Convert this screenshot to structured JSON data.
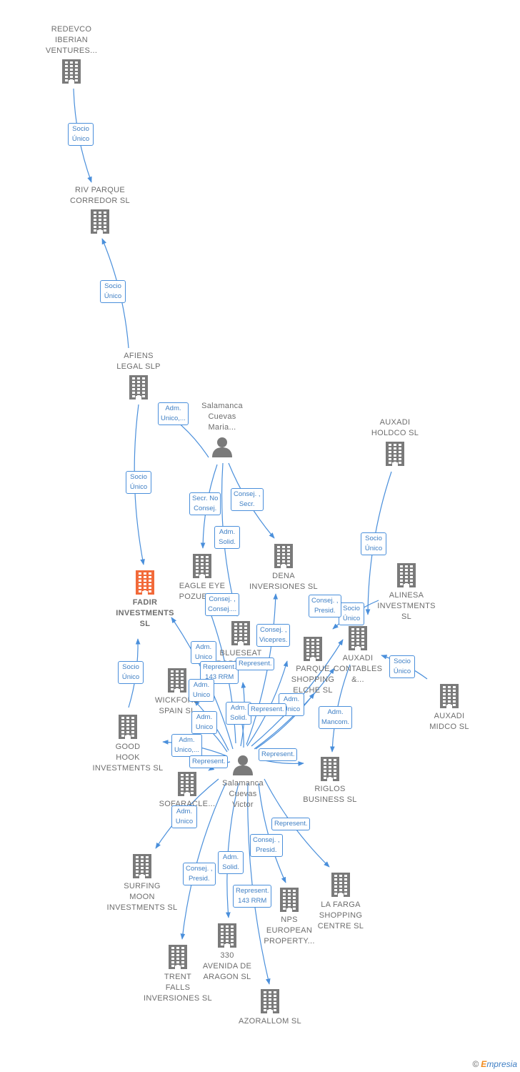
{
  "colors": {
    "building": "#7a7a7a",
    "building_main": "#f26a3a",
    "person": "#7a7a7a",
    "edge": "#4a8fdb",
    "badge_text": "#3f7fc4"
  },
  "nodes": [
    {
      "id": "redevco",
      "type": "building",
      "label": "REDEVCO\nIBERIAN\nVENTURES..."
    },
    {
      "id": "riv",
      "type": "building",
      "label": "RIV PARQUE\nCORREDOR  SL"
    },
    {
      "id": "afiens",
      "type": "building",
      "label": "AFIENS\nLEGAL  SLP"
    },
    {
      "id": "fadir",
      "type": "building",
      "main": true,
      "label": "FADIR\nINVESTMENTS\nSL"
    },
    {
      "id": "maria",
      "type": "person",
      "label": "Salamanca\nCuevas\nMaria..."
    },
    {
      "id": "auxadi_holdco",
      "type": "building",
      "label": "AUXADI\nHOLDCO  SL"
    },
    {
      "id": "eagle",
      "type": "building",
      "label": "EAGLE EYE\nPOZUELO..."
    },
    {
      "id": "dena",
      "type": "building",
      "label": "DENA\nINVERSIONES SL"
    },
    {
      "id": "alinesa",
      "type": "building",
      "label": "ALINESA\nINVESTMENTS\nSL"
    },
    {
      "id": "blueseat",
      "type": "building",
      "label": "BLUESEAT\nPROPERTIES..."
    },
    {
      "id": "parque",
      "type": "building",
      "label": "PARQUE\nSHOPPING\nELCHE SL"
    },
    {
      "id": "auxadi_contables",
      "type": "building",
      "label": "AUXADI\nCONTABLES\n&..."
    },
    {
      "id": "wickford",
      "type": "building",
      "label": "WICKFORD\nSPAIN SL"
    },
    {
      "id": "auxadi_midco",
      "type": "building",
      "label": "AUXADI\nMIDCO  SL"
    },
    {
      "id": "goodhook",
      "type": "building",
      "label": "GOOD\nHOOK\nINVESTMENTS SL"
    },
    {
      "id": "victor",
      "type": "person",
      "label": "Salamanca\nCuevas\nVictor"
    },
    {
      "id": "riglos",
      "type": "building",
      "label": "RIGLOS\nBUSINESS SL"
    },
    {
      "id": "sofaracle",
      "type": "building",
      "label": "SOFARACLE..."
    },
    {
      "id": "surfing",
      "type": "building",
      "label": "SURFING\nMOON\nINVESTMENTS SL"
    },
    {
      "id": "lafarga",
      "type": "building",
      "label": "LA FARGA\nSHOPPING\nCENTRE SL"
    },
    {
      "id": "nps",
      "type": "building",
      "label": "NPS\nEUROPEAN\nPROPERTY..."
    },
    {
      "id": "avenida",
      "type": "building",
      "label": "330\nAVENIDA DE\nARAGON SL"
    },
    {
      "id": "trent",
      "type": "building",
      "label": "TRENT\nFALLS\nINVERSIONES SL"
    },
    {
      "id": "azorallom",
      "type": "building",
      "label": "AZORALLOM SL"
    }
  ],
  "edges": [
    {
      "from": "redevco",
      "to": "riv",
      "label": "Socio\nÚnico"
    },
    {
      "from": "afiens",
      "to": "riv",
      "label": "Socio\nÚnico"
    },
    {
      "from": "afiens",
      "to": "fadir",
      "label": "Socio\nÚnico"
    },
    {
      "from": "maria",
      "to": "afiens",
      "label": "Adm.\nUnico,..."
    },
    {
      "from": "maria",
      "to": "eagle",
      "label": "Secr.  No\nConsej."
    },
    {
      "from": "maria",
      "to": "blueseat",
      "label": "Adm.\nSolid."
    },
    {
      "from": "maria",
      "to": "dena",
      "label": "Consej. ,\nSecr."
    },
    {
      "from": "auxadi_holdco",
      "to": "auxadi_contables",
      "label": "Socio\nÚnico"
    },
    {
      "from": "alinesa",
      "to": "auxadi_contables",
      "label": "Socio\nÚnico"
    },
    {
      "from": "auxadi_midco",
      "to": "auxadi_contables",
      "label": "Socio\nÚnico"
    },
    {
      "from": "goodhook",
      "to": "fadir",
      "label": "Socio\nÚnico"
    },
    {
      "from": "victor",
      "to": "eagle",
      "label": "Consej. ,\nConsej...."
    },
    {
      "from": "victor",
      "to": "dena",
      "label": "Consej. ,\nVicepres."
    },
    {
      "from": "victor",
      "to": "auxadi_contables",
      "label": "Consej. ,\nPresid."
    },
    {
      "from": "victor",
      "to": "fadir",
      "label": "Adm.\nUnico"
    },
    {
      "from": "victor",
      "to": "blueseat",
      "label": "Represent.\n143 RRM"
    },
    {
      "from": "victor",
      "to": "parque",
      "label": "Represent."
    },
    {
      "from": "victor",
      "to": "wickford",
      "label": "Adm.\nUnico"
    },
    {
      "from": "victor",
      "to": "parque",
      "label": "Adm.\nUnico"
    },
    {
      "from": "victor",
      "to": "blueseat",
      "label": "Adm.\nSolid."
    },
    {
      "from": "victor",
      "to": "auxadi_contables",
      "label": "Represent."
    },
    {
      "from": "victor",
      "to": "wickford",
      "label": "Adm.\nUnico"
    },
    {
      "from": "victor",
      "to": "goodhook",
      "label": "Adm.\nUnico,..."
    },
    {
      "from": "victor",
      "to": "sofaracle",
      "label": "Represent."
    },
    {
      "from": "auxadi_contables",
      "to": "riglos",
      "label": "Adm.\nMancom."
    },
    {
      "from": "victor",
      "to": "riglos",
      "label": "Represent."
    },
    {
      "from": "victor",
      "to": "surfing",
      "label": "Adm.\nUnico"
    },
    {
      "from": "victor",
      "to": "lafarga",
      "label": "Represent."
    },
    {
      "from": "victor",
      "to": "nps",
      "label": "Consej. ,\nPresid."
    },
    {
      "from": "victor",
      "to": "avenida",
      "label": "Adm.\nSolid."
    },
    {
      "from": "victor",
      "to": "trent",
      "label": "Consej. ,\nPresid."
    },
    {
      "from": "victor",
      "to": "azorallom",
      "label": "Represent.\n143 RRM"
    }
  ],
  "brand": {
    "symbol": "©",
    "initial": "E",
    "rest": "mpresia"
  }
}
